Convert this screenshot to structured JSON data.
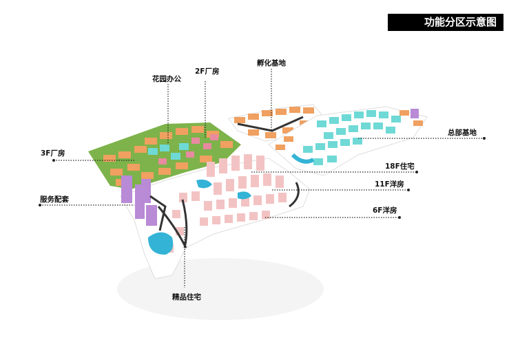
{
  "title": "功能分区示意图",
  "labels": {
    "garden_office": "花园办公",
    "factory_2f": "2F厂房",
    "incubator": "孵化基地",
    "factory_3f": "3F厂房",
    "hq_base": "总部基地",
    "residence_18f": "18F住宅",
    "villa_11f": "11F洋房",
    "service": "服务配套",
    "villa_6f": "6F洋房",
    "premium_residence": "精品住宅"
  },
  "colors": {
    "factory": "#f0a060",
    "office": "#6fd9d6",
    "residential": "#f3c3c3",
    "service": "#b98ad6",
    "green": "#7db34a",
    "water": "#33b3d6"
  }
}
